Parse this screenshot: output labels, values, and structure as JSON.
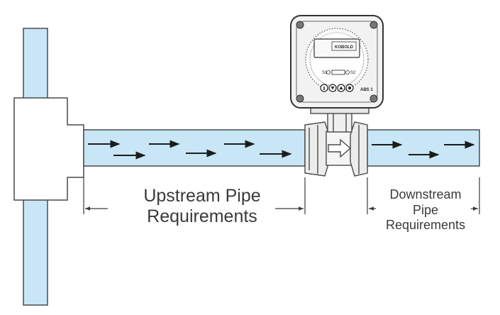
{
  "labels": {
    "upstream": [
      "Upstream Pipe",
      "Requirements"
    ],
    "downstream": [
      "Downstream",
      "Pipe",
      "Requirements"
    ]
  },
  "meter": {
    "brand_text": "KOBOLD",
    "model_text": "ABS 1",
    "left_indicator": "S1",
    "right_indicator": "S2"
  },
  "colors": {
    "pipe_fill": "#c8e6f5",
    "outline": "#4a4a4a",
    "arrow": "#1c1c1c",
    "housing": "#f2f2f2",
    "label_text": "#3a3a3a"
  },
  "icons": {
    "flow_arrow": "flow-arrow-icon",
    "meter_buttons": [
      "info-icon",
      "down-icon",
      "up-icon",
      "set-icon"
    ]
  }
}
